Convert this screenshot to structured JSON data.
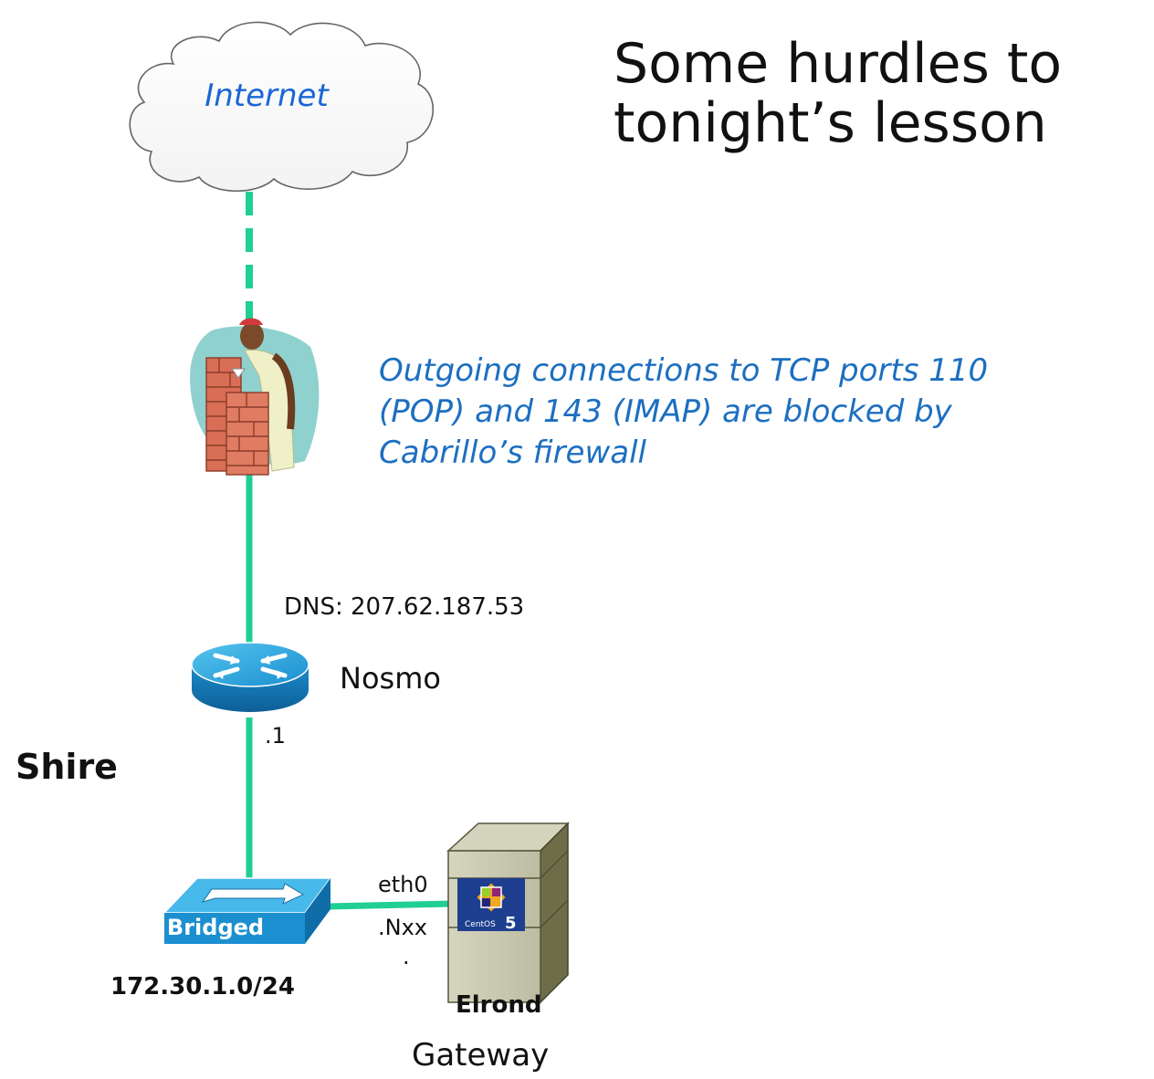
{
  "title": {
    "line1": "Some hurdles to",
    "line2": "tonight’s lesson"
  },
  "cloud": {
    "label": "Internet"
  },
  "note": {
    "line1": "Outgoing connections to TCP ports 110",
    "line2": "(POP) and 143 (IMAP) are blocked by",
    "line3": "Cabrillo’s firewall"
  },
  "router": {
    "dns": "DNS:  207.62.187.53",
    "name": "Nosmo",
    "interface": ".1"
  },
  "network": {
    "name": "Shire",
    "subnet": "172.30.1.0/24"
  },
  "switch": {
    "label": "Bridged"
  },
  "server": {
    "interface": "eth0",
    "address": ".Nxx",
    "address_dot": ".",
    "name": "Elrond",
    "role": "Gateway",
    "os_logo_text": "CentOS",
    "os_version": "5"
  },
  "colors": {
    "link": "#1fcf93",
    "note_text": "#1c6fc1",
    "cloud_text": "#1a66d6",
    "router_blue": "#1f9fd8",
    "server_body": "#c7c7ad"
  }
}
